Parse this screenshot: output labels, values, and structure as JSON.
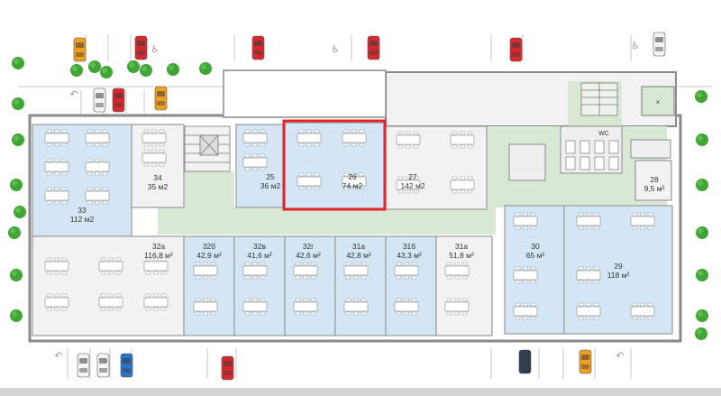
{
  "header": {
    "title": ""
  },
  "rooms": [
    {
      "id": "33",
      "label": "33",
      "area": "112 м2"
    },
    {
      "id": "34",
      "label": "34",
      "area": "35 м2"
    },
    {
      "id": "25",
      "label": "25",
      "area": "36 м2"
    },
    {
      "id": "26",
      "label": "26",
      "area": "74 м2",
      "selected": true
    },
    {
      "id": "27",
      "label": "27",
      "area": "142 м2"
    },
    {
      "id": "28",
      "label": "28",
      "area": "9,5 м²"
    },
    {
      "id": "32a",
      "label": "32а",
      "area": "116,8 м²"
    },
    {
      "id": "32b",
      "label": "32б",
      "area": "42,9 м²"
    },
    {
      "id": "32v",
      "label": "32в",
      "area": "41,6 м²"
    },
    {
      "id": "32g",
      "label": "32г",
      "area": "42,6 м²"
    },
    {
      "id": "31a",
      "label": "31а",
      "area": "42,8 м²"
    },
    {
      "id": "31b",
      "label": "31б",
      "area": "43,3 м²"
    },
    {
      "id": "31a2",
      "label": "31а",
      "area": "51,8 м²"
    },
    {
      "id": "30",
      "label": "30",
      "area": "65 м²"
    },
    {
      "id": "29",
      "label": "29",
      "area": "118 м²"
    }
  ],
  "wc": {
    "label": "WC"
  },
  "icons": {
    "accessible": "wheelchair-icon",
    "uturn": "u-turn-icon",
    "car": "car-icon",
    "tree": "tree-icon"
  },
  "colors": {
    "room_blue": "#d4e6f5",
    "room_gray": "#f2f2f2",
    "corridor": "#d9e8d4",
    "wall": "#8a8a8a",
    "selected": "#e2262a",
    "tree": "#3fa535",
    "car_red": "#d8282e",
    "car_orange": "#f0a020",
    "car_blue": "#2b74c8",
    "car_white": "#f4f4f4",
    "car_navy": "#2e3e52"
  }
}
